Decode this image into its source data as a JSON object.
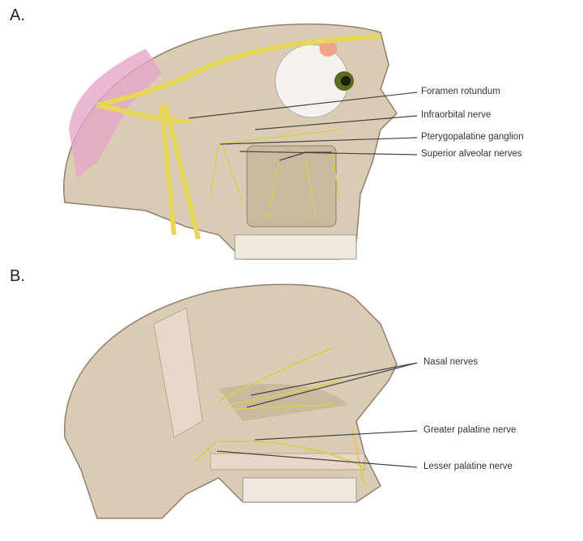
{
  "panels": [
    {
      "label": "A.",
      "annotations": [
        "Foramen rotundum",
        "Infraorbital nerve",
        "Pterygopalatine ganglion",
        "Superior alveolar nerves"
      ]
    },
    {
      "label": "B.",
      "annotations": [
        "Nasal nerves",
        "Greater palatine nerve",
        "Lesser palatine nerve"
      ]
    }
  ],
  "colors": {
    "bone": "#d9cbb4",
    "bone_dark": "#b8a78e",
    "nerve": "#e6d65a",
    "brain": "#e3a6c8",
    "line": "#444444"
  }
}
